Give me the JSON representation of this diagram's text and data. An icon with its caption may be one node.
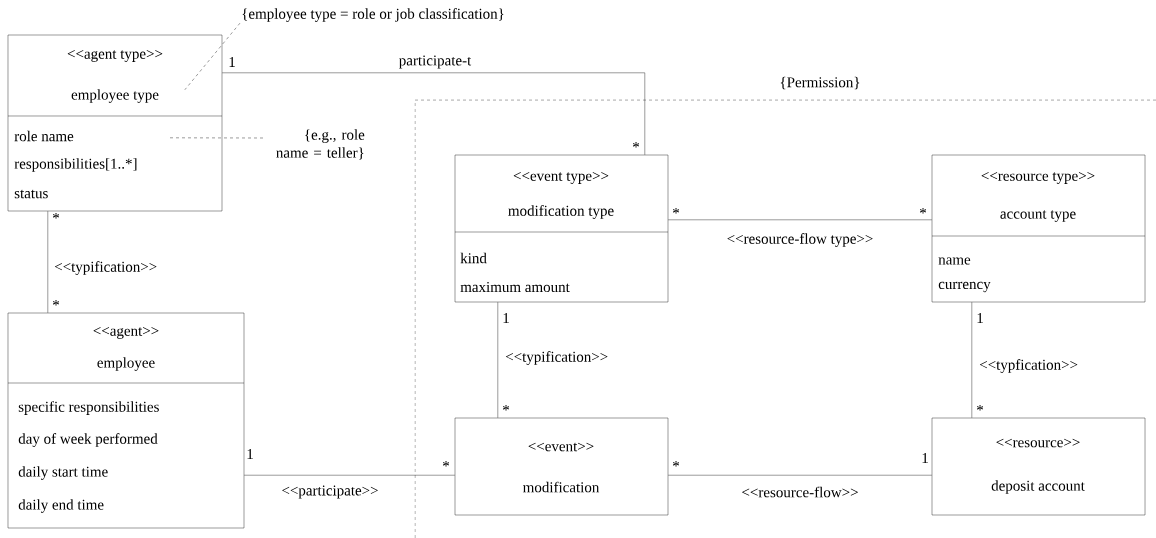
{
  "diagram": {
    "nodes": [
      {
        "text": [
          "<<agent type>>",
          "employee type",
          "role name",
          "responsibilities[1..*]",
          "status"
        ]
      },
      {
        "text": [
          "<<agent>>",
          "employee",
          "specific responsibilities",
          "day of week performed",
          "daily start time",
          "daily end time"
        ]
      },
      {
        "text": [
          "{Permission}"
        ]
      },
      {
        "text": [
          "<<event type>>",
          "modification type",
          "kind",
          "maximum amount"
        ],
        "in": 2
      },
      {
        "text": [
          "<<resource type>>",
          "account type",
          "name",
          "currency"
        ],
        "in": 2
      },
      {
        "text": [
          "<<event>>",
          "modification"
        ],
        "in": 2
      },
      {
        "text": [
          "<<resource>>",
          "deposit account"
        ],
        "in": 2
      },
      {
        "text": [
          "{employee type = role or job classification}"
        ]
      },
      {
        "text": [
          "{e.g., role name = teller}"
        ]
      }
    ],
    "edges": [
      {
        "from": 0,
        "to": 3,
        "arrow": "none",
        "label": "participate-t"
      },
      {
        "from": 0,
        "to": 1,
        "arrow": "none",
        "label": "<<typification>>"
      },
      {
        "from": 1,
        "to": 5,
        "arrow": "none",
        "label": "<<participate>>"
      },
      {
        "from": 3,
        "to": 4,
        "arrow": "none",
        "label": "<<resource-flow type>>"
      },
      {
        "from": 3,
        "to": 5,
        "arrow": "none",
        "label": "<<typification>>"
      },
      {
        "from": 4,
        "to": 6,
        "arrow": "none",
        "label": "<<typfication>>"
      },
      {
        "from": 5,
        "to": 6,
        "arrow": "none",
        "label": "<<resource-flow>>"
      },
      {
        "from": 7,
        "to": 0,
        "arrow": "none",
        "style": "dashed"
      },
      {
        "from": 8,
        "to": 0,
        "arrow": "none",
        "style": "dashed"
      }
    ],
    "labels": [
      "1",
      "*",
      "*",
      "*",
      "1",
      "*",
      "*",
      "*",
      "1",
      "*",
      "1",
      "*",
      "*",
      "1"
    ]
  }
}
